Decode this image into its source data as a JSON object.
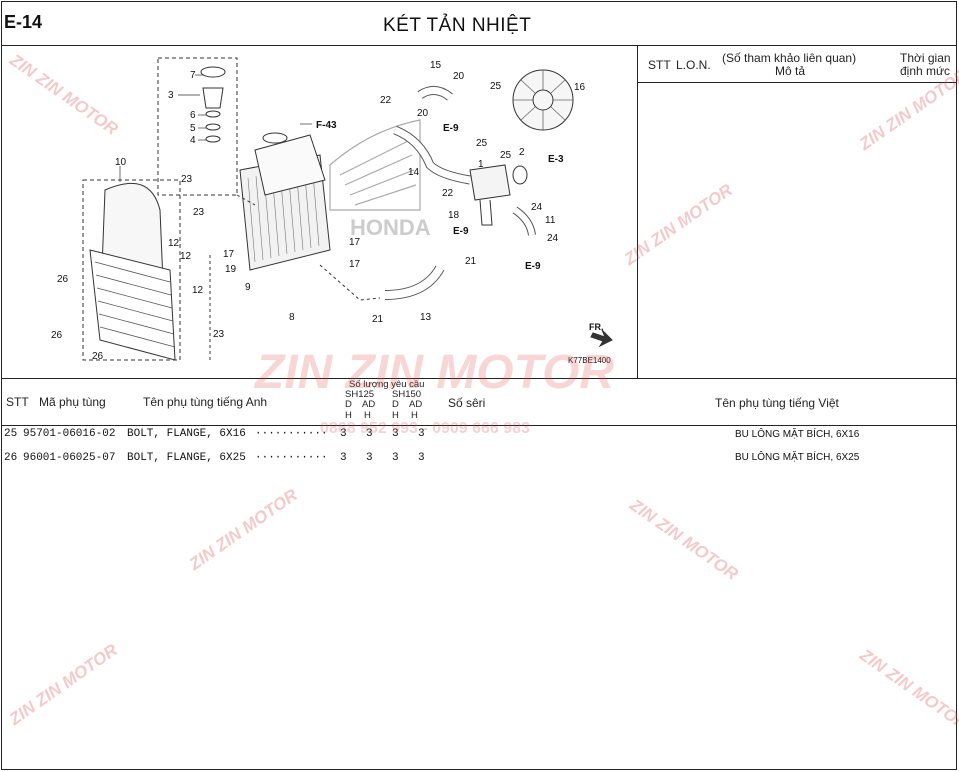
{
  "header": {
    "section_code": "E-14",
    "title": "KÉT TẢN NHIỆT"
  },
  "side_panel": {
    "col_stt": "STT",
    "col_lon": "L.O.N.",
    "col_ref_line1": "(Số tham khảo liên quan)",
    "col_ref_line2": "Mô tả",
    "col_time_line1": "Thời gian",
    "col_time_line2": "định mức"
  },
  "diagram": {
    "ref_code": "K77BE1400",
    "fr_label": "FR.",
    "callouts": [
      "7",
      "3",
      "6",
      "5",
      "4",
      "10",
      "23",
      "23",
      "12",
      "12",
      "12",
      "26",
      "26",
      "26",
      "17",
      "19",
      "9",
      "23",
      "8",
      "22",
      "F-43",
      "15",
      "20",
      "20",
      "E-9",
      "14",
      "22",
      "1",
      "18",
      "E-9",
      "21",
      "13",
      "21",
      "25",
      "25",
      "25",
      "16",
      "2",
      "E-3",
      "24",
      "11",
      "24",
      "E-9",
      "17",
      "17"
    ]
  },
  "table": {
    "col_stt": "STT",
    "col_part_no": "Mã phụ tùng",
    "col_name_en": "Tên phụ tùng tiếng Anh",
    "qty_header": "Số lượng yêu cầu",
    "model_1": "SH125",
    "model_2": "SH150",
    "sub_cols": [
      "D",
      "AD",
      "D",
      "AD"
    ],
    "sub_cols_2": [
      "H",
      "H",
      "H",
      "H"
    ],
    "col_serial": "Số sêri",
    "col_name_vn": "Tên phụ tùng tiếng Việt",
    "rows": [
      {
        "stt": "25",
        "part_no": "95701-06016-02",
        "name_en": "BOLT, FLANGE, 6X16",
        "dots": "···········",
        "q": [
          "3",
          "3",
          "3",
          "3"
        ],
        "name_vn": "BU LÔNG MẶT BÍCH, 6X16"
      },
      {
        "stt": "26",
        "part_no": "96001-06025-07",
        "name_en": "BOLT, FLANGE, 6X25",
        "dots": "···········",
        "q": [
          "3",
          "3",
          "3",
          "3"
        ],
        "name_vn": "BU LÔNG MẶT BÍCH, 6X25"
      }
    ]
  },
  "watermark": {
    "brand": "ZIN ZIN MOTOR",
    "phone": "0868 952 993 - 0909 666 983"
  }
}
